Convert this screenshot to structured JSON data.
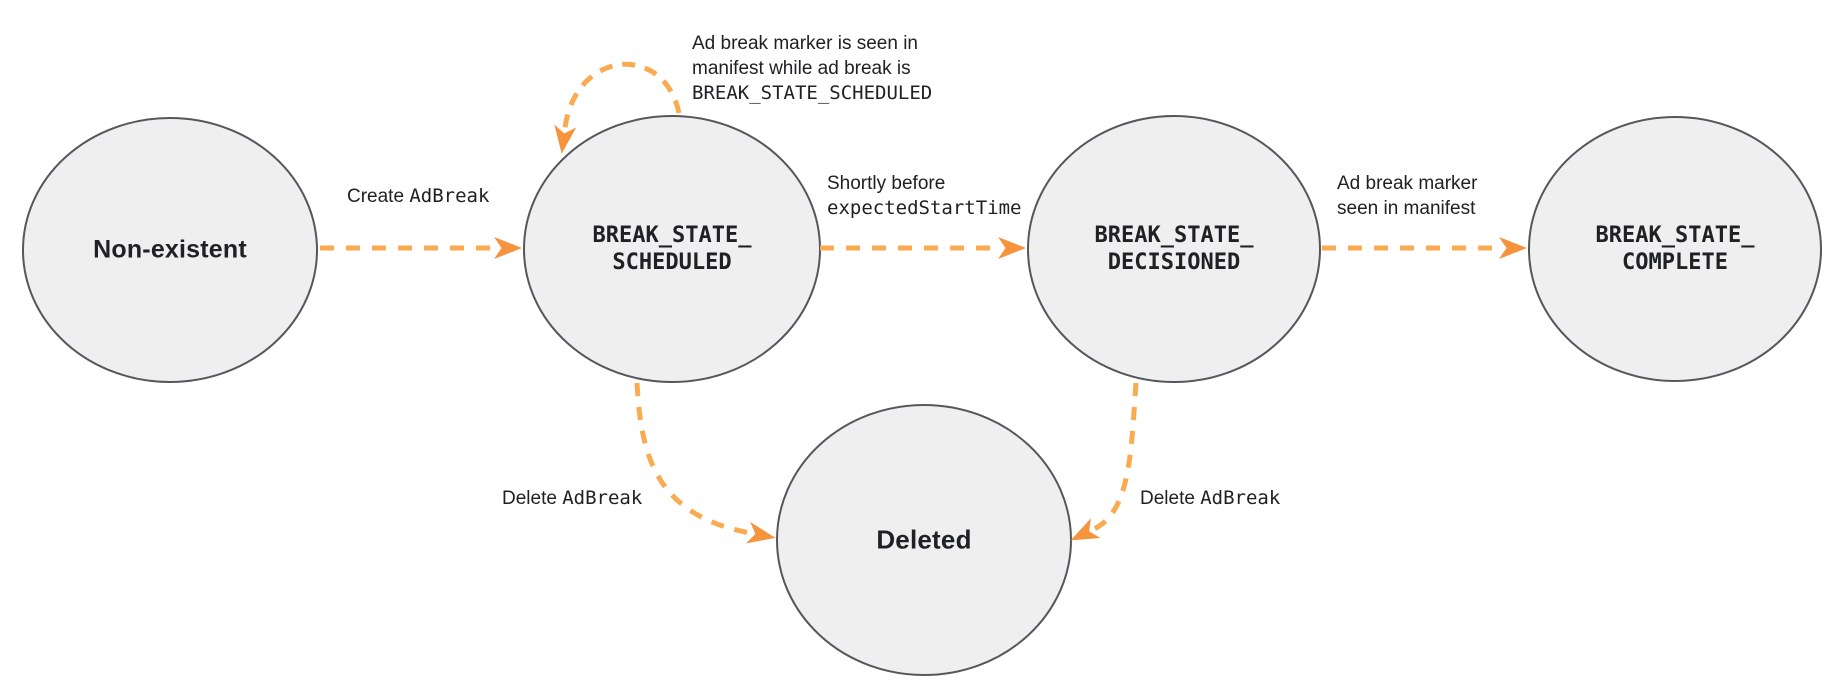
{
  "colors": {
    "background": "#FFFFFF",
    "edge_orange": "#FAAA50",
    "arrowhead_orange": "#F6933D",
    "node_fill": "#EFEFEF",
    "node_border": "#55575A",
    "text": "#202124"
  },
  "states": {
    "non_existent": {
      "label": "Non-existent"
    },
    "scheduled": {
      "line1": "BREAK_STATE_",
      "line2": "SCHEDULED"
    },
    "decisioned": {
      "line1": "BREAK_STATE_",
      "line2": "DECISIONED"
    },
    "complete": {
      "line1": "BREAK_STATE_",
      "line2": "COMPLETE"
    },
    "deleted": {
      "label": "Deleted"
    }
  },
  "edges": {
    "create_adbreak": {
      "sans": "Create ",
      "mono": "AdBreak"
    },
    "self_loop": {
      "line1": "Ad break marker is seen in",
      "line2": "manifest while ad break is",
      "line3_mono": "BREAK_STATE_SCHEDULED"
    },
    "shortly_before": {
      "line1_sans": "Shortly before",
      "line2_mono": "expectedStartTime"
    },
    "marker_seen": {
      "line1": "Ad break marker",
      "line2": "seen in manifest"
    },
    "delete_left": {
      "sans": "Delete ",
      "mono": "AdBreak"
    },
    "delete_right": {
      "sans": "Delete ",
      "mono": "AdBreak"
    }
  }
}
